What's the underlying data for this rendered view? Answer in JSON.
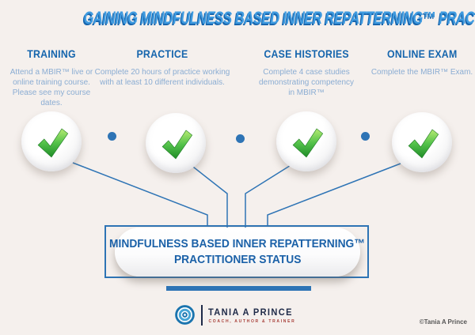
{
  "title": "GAINING MINDFULNESS BASED INNER REPATTERNING™ PRACTITIONER STATUS",
  "steps": [
    {
      "heading": "TRAINING",
      "description": "Attend a MBIR™ live or online training course. Please see my course dates."
    },
    {
      "heading": "PRACTICE",
      "description": "Complete 20 hours of practice working with at least 10 different individuals."
    },
    {
      "heading": "CASE HISTORIES",
      "description": "Complete 4 case studies demonstrating competency in MBIR™"
    },
    {
      "heading": "ONLINE EXAM",
      "description": "Complete the MBIR™ Exam."
    }
  ],
  "result_box": {
    "line1": "MINDFULNESS BASED INNER REPATTERNING™",
    "line2": "PRACTITIONER STATUS"
  },
  "footer": {
    "brand_name": "TANIA A PRINCE",
    "brand_tagline": "COACH, AUTHOR & TRAINER",
    "copyright": "©Tania A Prince"
  },
  "icons": {
    "check": "green-checkmark-icon",
    "logo": "concentric-circles-icon",
    "dot": "separator-dot"
  },
  "colors": {
    "background": "#f5f0ed",
    "title_fill": "#3f9be0",
    "title_shadow": "#1766ae",
    "heading_blue": "#1565ad",
    "description_blue": "#8badd3",
    "line_blue": "#2e74b5",
    "pill_text_blue": "#1b61a8",
    "check_green_light": "#b7ea73",
    "check_green_dark": "#1f8c28",
    "brand_navy": "#1e2a48",
    "tagline_red": "#a8403a"
  }
}
